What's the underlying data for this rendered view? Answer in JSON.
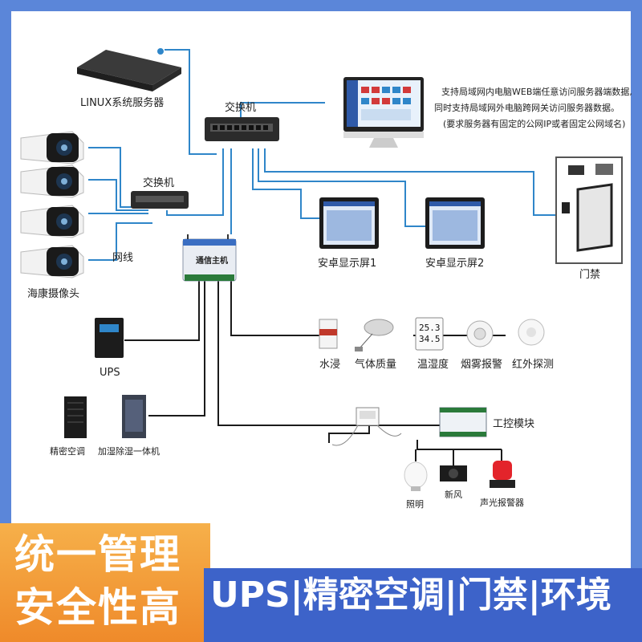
{
  "labels": {
    "linux_server": "LINUX系统服务器",
    "switch_top": "交换机",
    "switch_left": "交换机",
    "network_cable": "网线",
    "camera": "海康摄像头",
    "android_screen_1": "安卓显示屏1",
    "android_screen_2": "安卓显示屏2",
    "access_control": "门禁",
    "ups": "UPS",
    "precision_ac": "精密空调",
    "humidifier": "加湿除湿一体机",
    "water_leak": "水浸",
    "air_quality": "气体质量",
    "temp_humidity": "温湿度",
    "smoke_alarm": "烟雾报警",
    "infrared": "红外探测",
    "io_module": "工控模块",
    "lighting": "照明",
    "fresh_air": "新风",
    "sound_light_alarm": "声光报警器"
  },
  "notes": {
    "line1": "支持局域网内电脑WEB端任意访问服务器端数据,",
    "line2": "同时支持局域网外电脑跨网关访问服务器数据。",
    "line3": "(要求服务器有固定的公网IP或者固定公网域名)"
  },
  "device": {
    "brand": "通信主机"
  },
  "sensor_display": {
    "temp": "25.3",
    "humidity": "34.5"
  },
  "banner": {
    "left_line1": "统一管理",
    "left_line2": "安全性高",
    "right_text": "UPS|精密空调|门禁|环境"
  },
  "colors": {
    "frame": "#5b86d9",
    "cable": "#2f86c9",
    "banner_orange": "#ef8a2a",
    "banner_blue": "#3d63c9"
  }
}
